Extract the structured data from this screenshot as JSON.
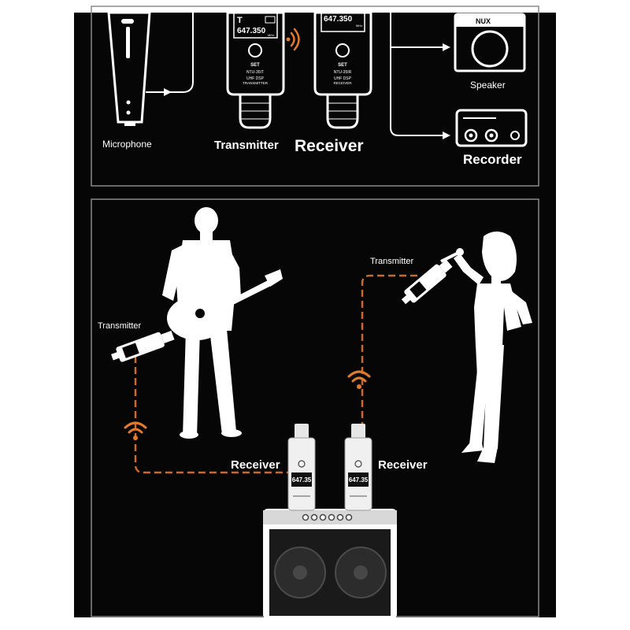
{
  "colors": {
    "background": "#060606",
    "panel_border": "#8a8a8a",
    "signal_line": "#c96a2a",
    "silhouette": "#ffffff"
  },
  "top_panel": {
    "labels": {
      "microphone": "Microphone",
      "transmitter": "Transmitter",
      "receiver": "Receiver",
      "speaker": "Speaker",
      "recorder": "Recorder"
    },
    "transmitter_device": {
      "mode_letter": "T",
      "frequency": "647.350",
      "unit": "MHz",
      "button": "SET",
      "model": "NTU-35IT",
      "desc_line1": "UHF DSP",
      "desc_line2": "TRANSMITTER"
    },
    "receiver_device": {
      "frequency": "647.350",
      "unit": "MHz",
      "button": "SET",
      "model": "NTU-35IR",
      "desc_line1": "UHF DSP",
      "desc_line2": "RECEIVER"
    },
    "speaker_brand": "NUX"
  },
  "bottom_panel": {
    "labels": {
      "transmitter_guitar": "Transmitter",
      "transmitter_vocal": "Transmitter",
      "receiver_left": "Receiver",
      "receiver_right": "Receiver"
    },
    "receiver_display": "647.35"
  }
}
